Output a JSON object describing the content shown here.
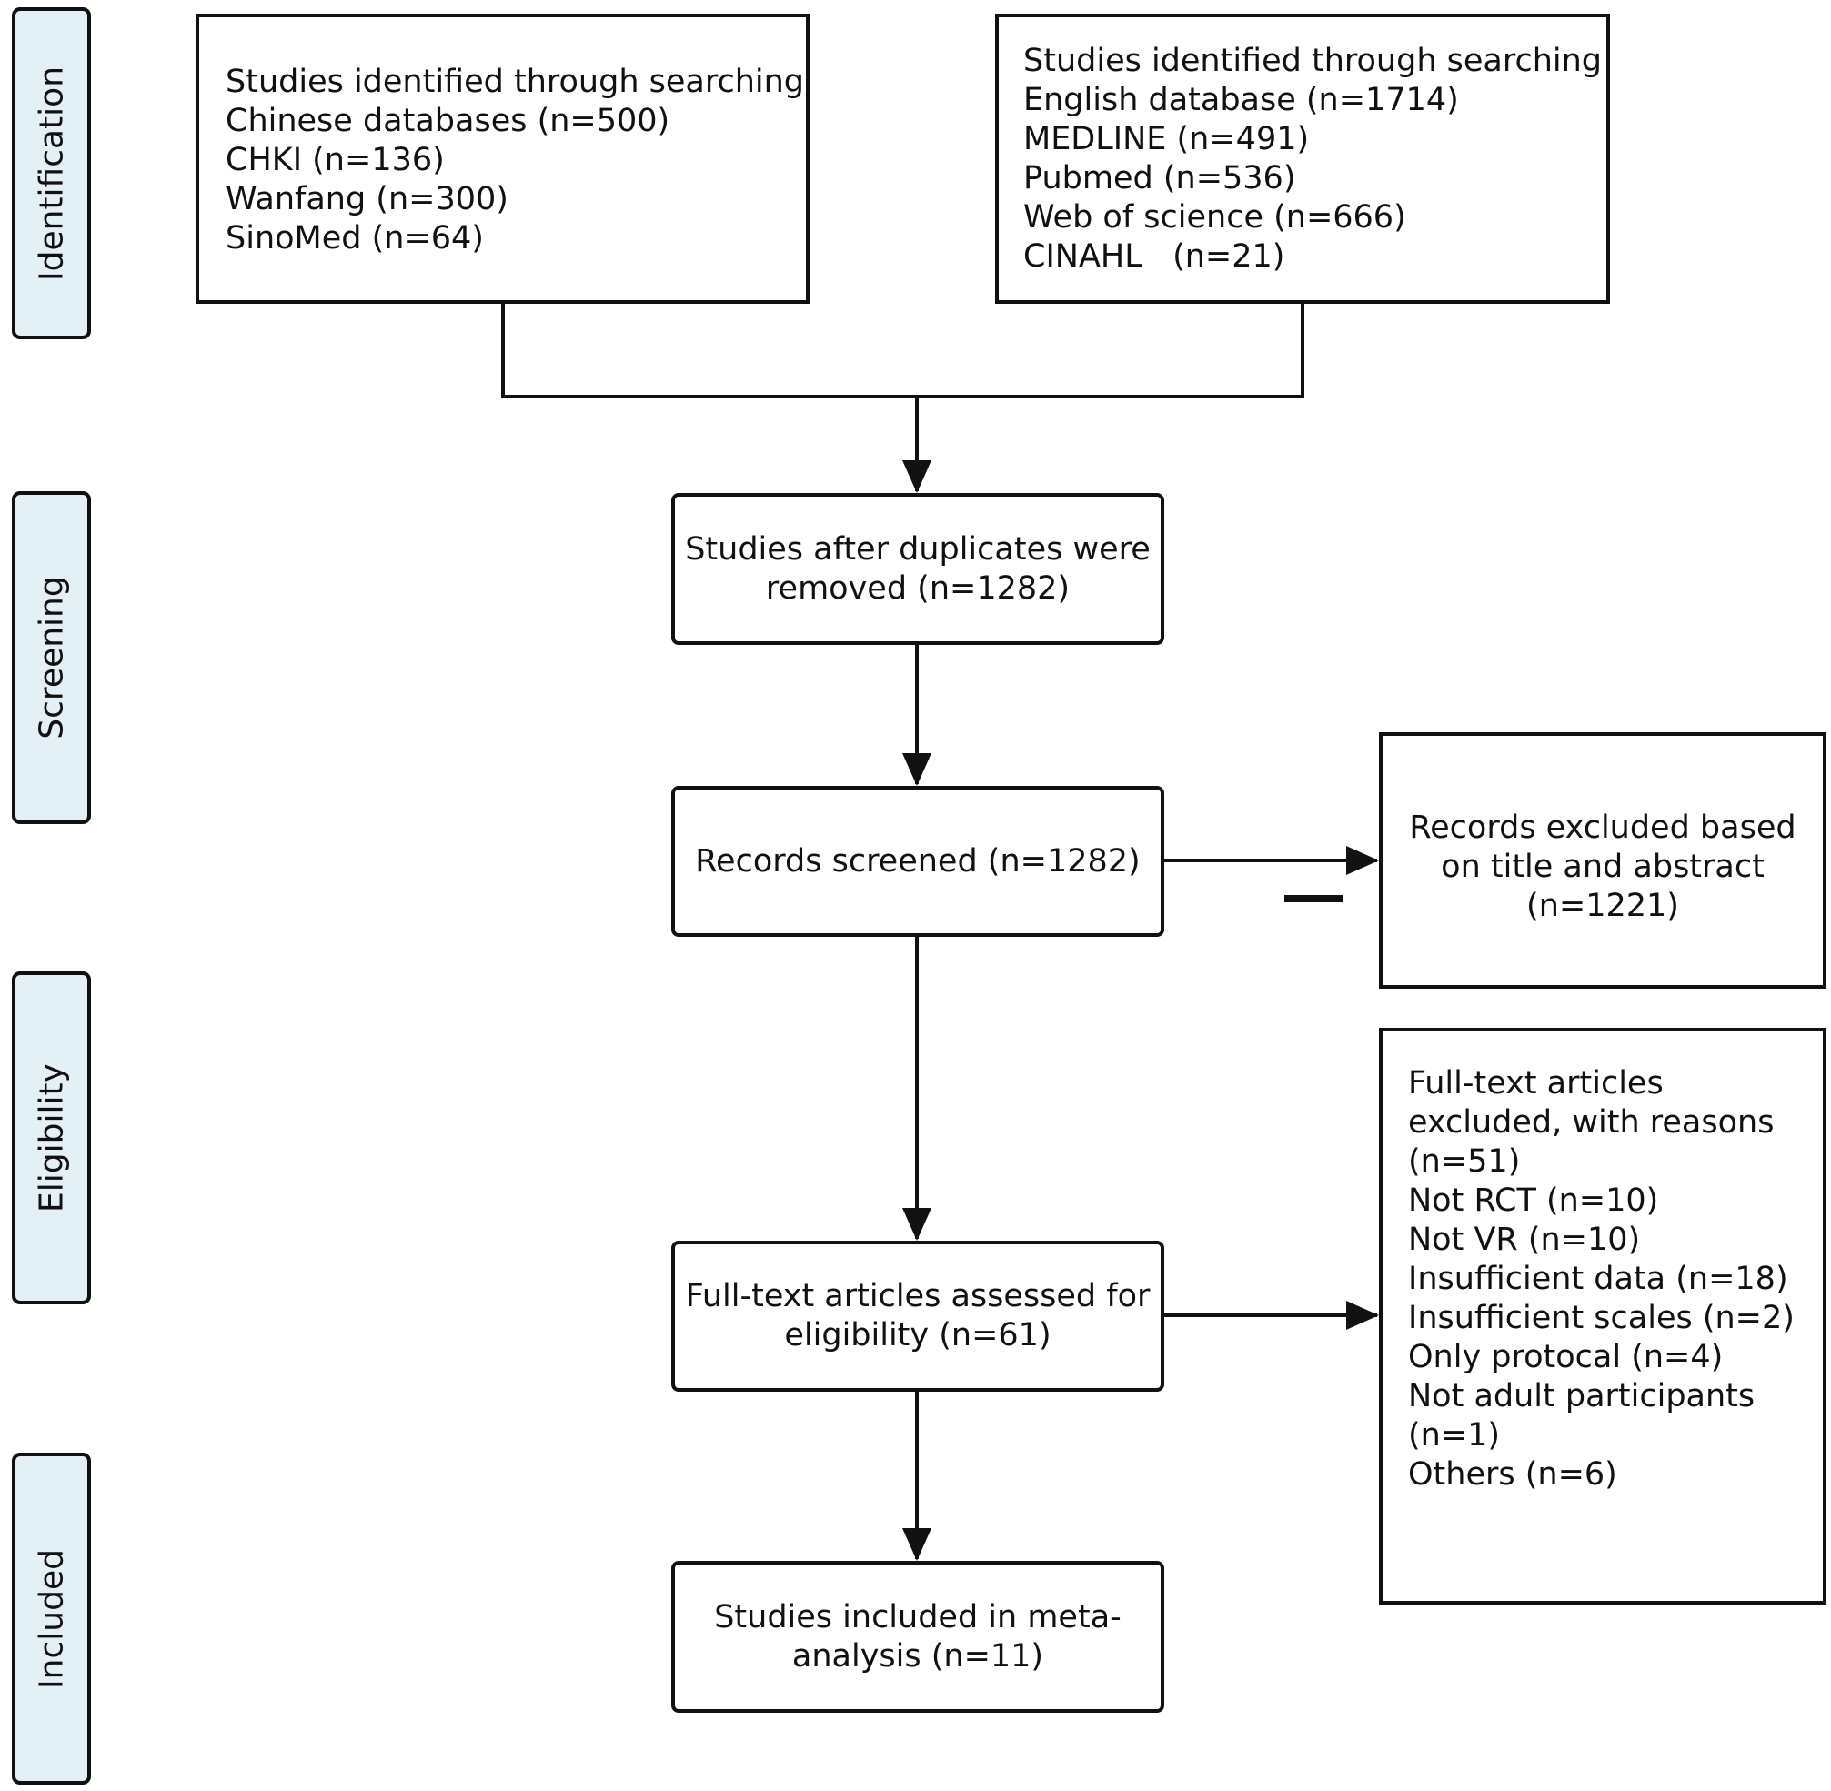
{
  "phases": {
    "identification": "Identification",
    "screening": "Screening",
    "eligibility": "Eligibility",
    "included": "Included"
  },
  "identification": {
    "chinese": [
      "Studies identified through searching",
      "Chinese databases (n=500)",
      "CHKI (n=136)",
      "Wanfang (n=300)",
      "SinoMed (n=64)"
    ],
    "english": [
      "Studies identified through searching",
      "English database (n=1714)",
      "MEDLINE (n=491)",
      "Pubmed (n=536)",
      "Web of science (n=666)",
      "CINAHL   (n=21)"
    ]
  },
  "screening": {
    "duplicates": [
      "Studies after duplicates were",
      "removed (n=1282)"
    ],
    "screened": [
      "Records screened (n=1282)"
    ],
    "excluded_title_abstract": [
      "Records excluded based",
      "on title and abstract",
      "(n=1221)"
    ]
  },
  "eligibility": {
    "fulltext_assessed": [
      "Full-text articles assessed for",
      "eligibility (n=61)"
    ],
    "fulltext_excluded": [
      "Full-text articles",
      "excluded, with reasons",
      "(n=51)",
      "Not RCT (n=10)",
      "Not VR (n=10)",
      "Insufficient data (n=18)",
      "Insufficient scales (n=2)",
      "Only protocal (n=4)",
      "Not adult participants",
      "(n=1)",
      "Others (n=6)"
    ]
  },
  "included": {
    "meta_analysis": [
      "Studies included in meta-",
      "analysis (n=11)"
    ]
  },
  "colors": {
    "phase_fill": "#e3f1f7",
    "stroke": "#111111"
  }
}
